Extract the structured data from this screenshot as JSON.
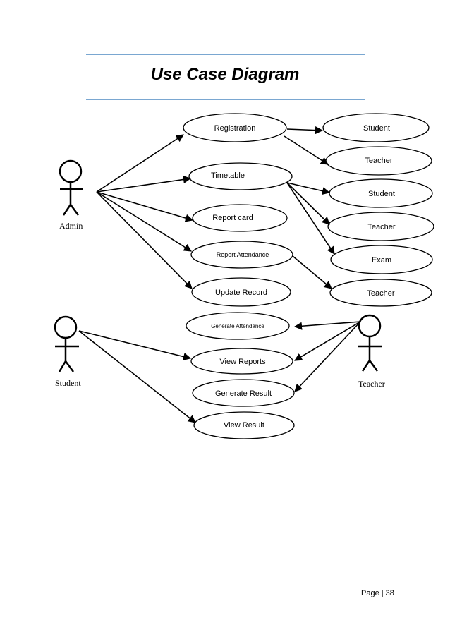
{
  "title": "Use Case Diagram",
  "actors": {
    "admin": "Admin",
    "student": "Student",
    "teacher": "Teacher"
  },
  "use_cases": {
    "registration": "Registration",
    "timetable": "Timetable",
    "report_card": "Report card",
    "report_attendance": "Report Attendance",
    "update_record": "Update Record",
    "generate_attendance": "Generate Attendance",
    "view_reports": "View Reports",
    "generate_result": "Generate Result",
    "view_result": "View Result",
    "reg_student": "Student",
    "reg_teacher": "Teacher",
    "tt_student": "Student",
    "tt_teacher": "Teacher",
    "tt_exam": "Exam",
    "ra_teacher": "Teacher"
  },
  "footer": {
    "page": "Page | 38"
  },
  "colors": {
    "rule": "#7aa7d1",
    "stroke": "#000000"
  }
}
